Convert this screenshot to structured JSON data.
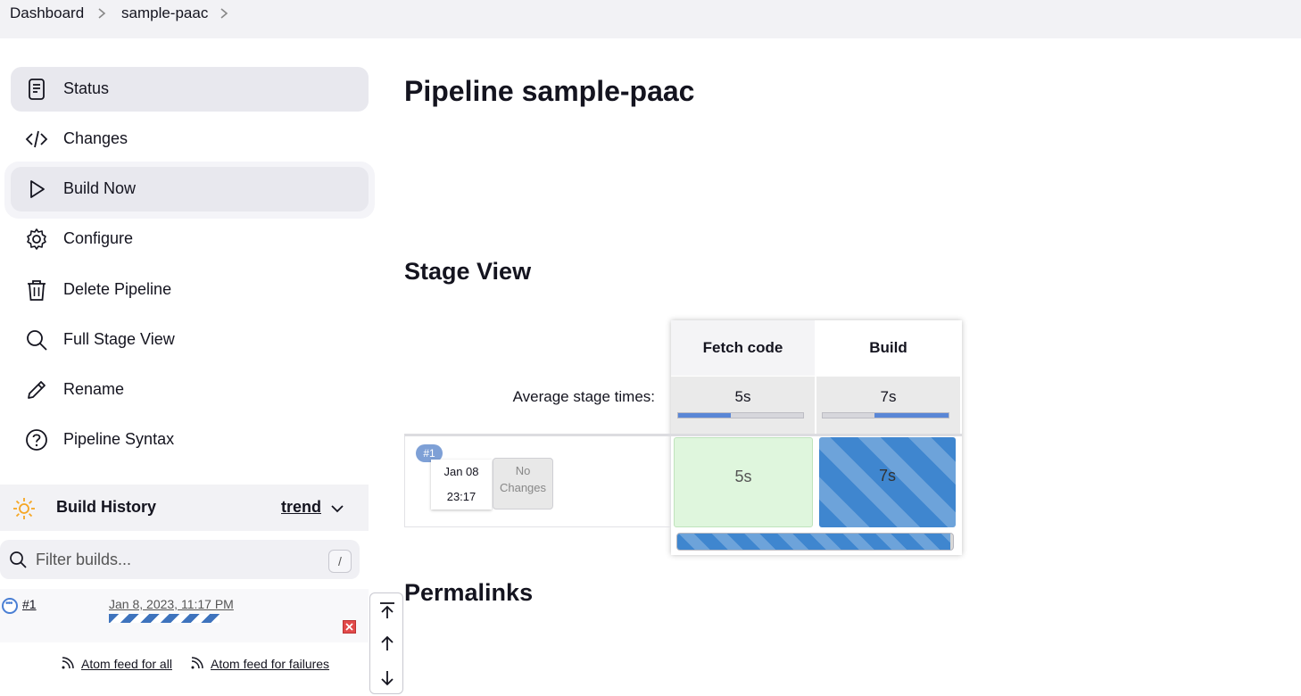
{
  "breadcrumb": {
    "items": [
      "Dashboard",
      "sample-paac"
    ]
  },
  "sidebar": {
    "items": [
      {
        "label": "Status",
        "icon": "document-icon"
      },
      {
        "label": "Changes",
        "icon": "code-icon"
      },
      {
        "label": "Build Now",
        "icon": "play-icon"
      },
      {
        "label": "Configure",
        "icon": "gear-icon"
      },
      {
        "label": "Delete Pipeline",
        "icon": "trash-icon"
      },
      {
        "label": "Full Stage View",
        "icon": "search-icon"
      },
      {
        "label": "Rename",
        "icon": "pencil-icon"
      },
      {
        "label": "Pipeline Syntax",
        "icon": "help-icon"
      }
    ]
  },
  "build_history": {
    "title": "Build History",
    "trend_label": "trend",
    "filter_placeholder": "Filter builds...",
    "filter_shortcut": "/",
    "builds": [
      {
        "number": "#1",
        "date": "Jan 8, 2023, 11:17 PM",
        "status": "running"
      }
    ],
    "atom_all": "Atom feed for all",
    "atom_failures": "Atom feed for failures"
  },
  "main": {
    "title": "Pipeline sample-paac",
    "stage_view_heading": "Stage View",
    "permalinks_heading": "Permalinks"
  },
  "stage_view": {
    "average_label": "Average stage times:",
    "stages": [
      {
        "name": "Fetch code",
        "avg": "5s",
        "avg_fraction": 0.42
      },
      {
        "name": "Build",
        "avg": "7s",
        "avg_fraction": 0.59
      }
    ],
    "runs": [
      {
        "badge": "#1",
        "date": "Jan 08",
        "time": "23:17",
        "changes": "No Changes",
        "cells": [
          {
            "value": "5s",
            "status": "success"
          },
          {
            "value": "7s",
            "status": "in-progress"
          }
        ],
        "progress_fraction": 0.99
      }
    ]
  },
  "colors": {
    "success_bg": "#dff6dd",
    "running_blue": "#3f86cf",
    "cancel_red": "#e24a4a",
    "sun_orange": "#f5a623"
  }
}
